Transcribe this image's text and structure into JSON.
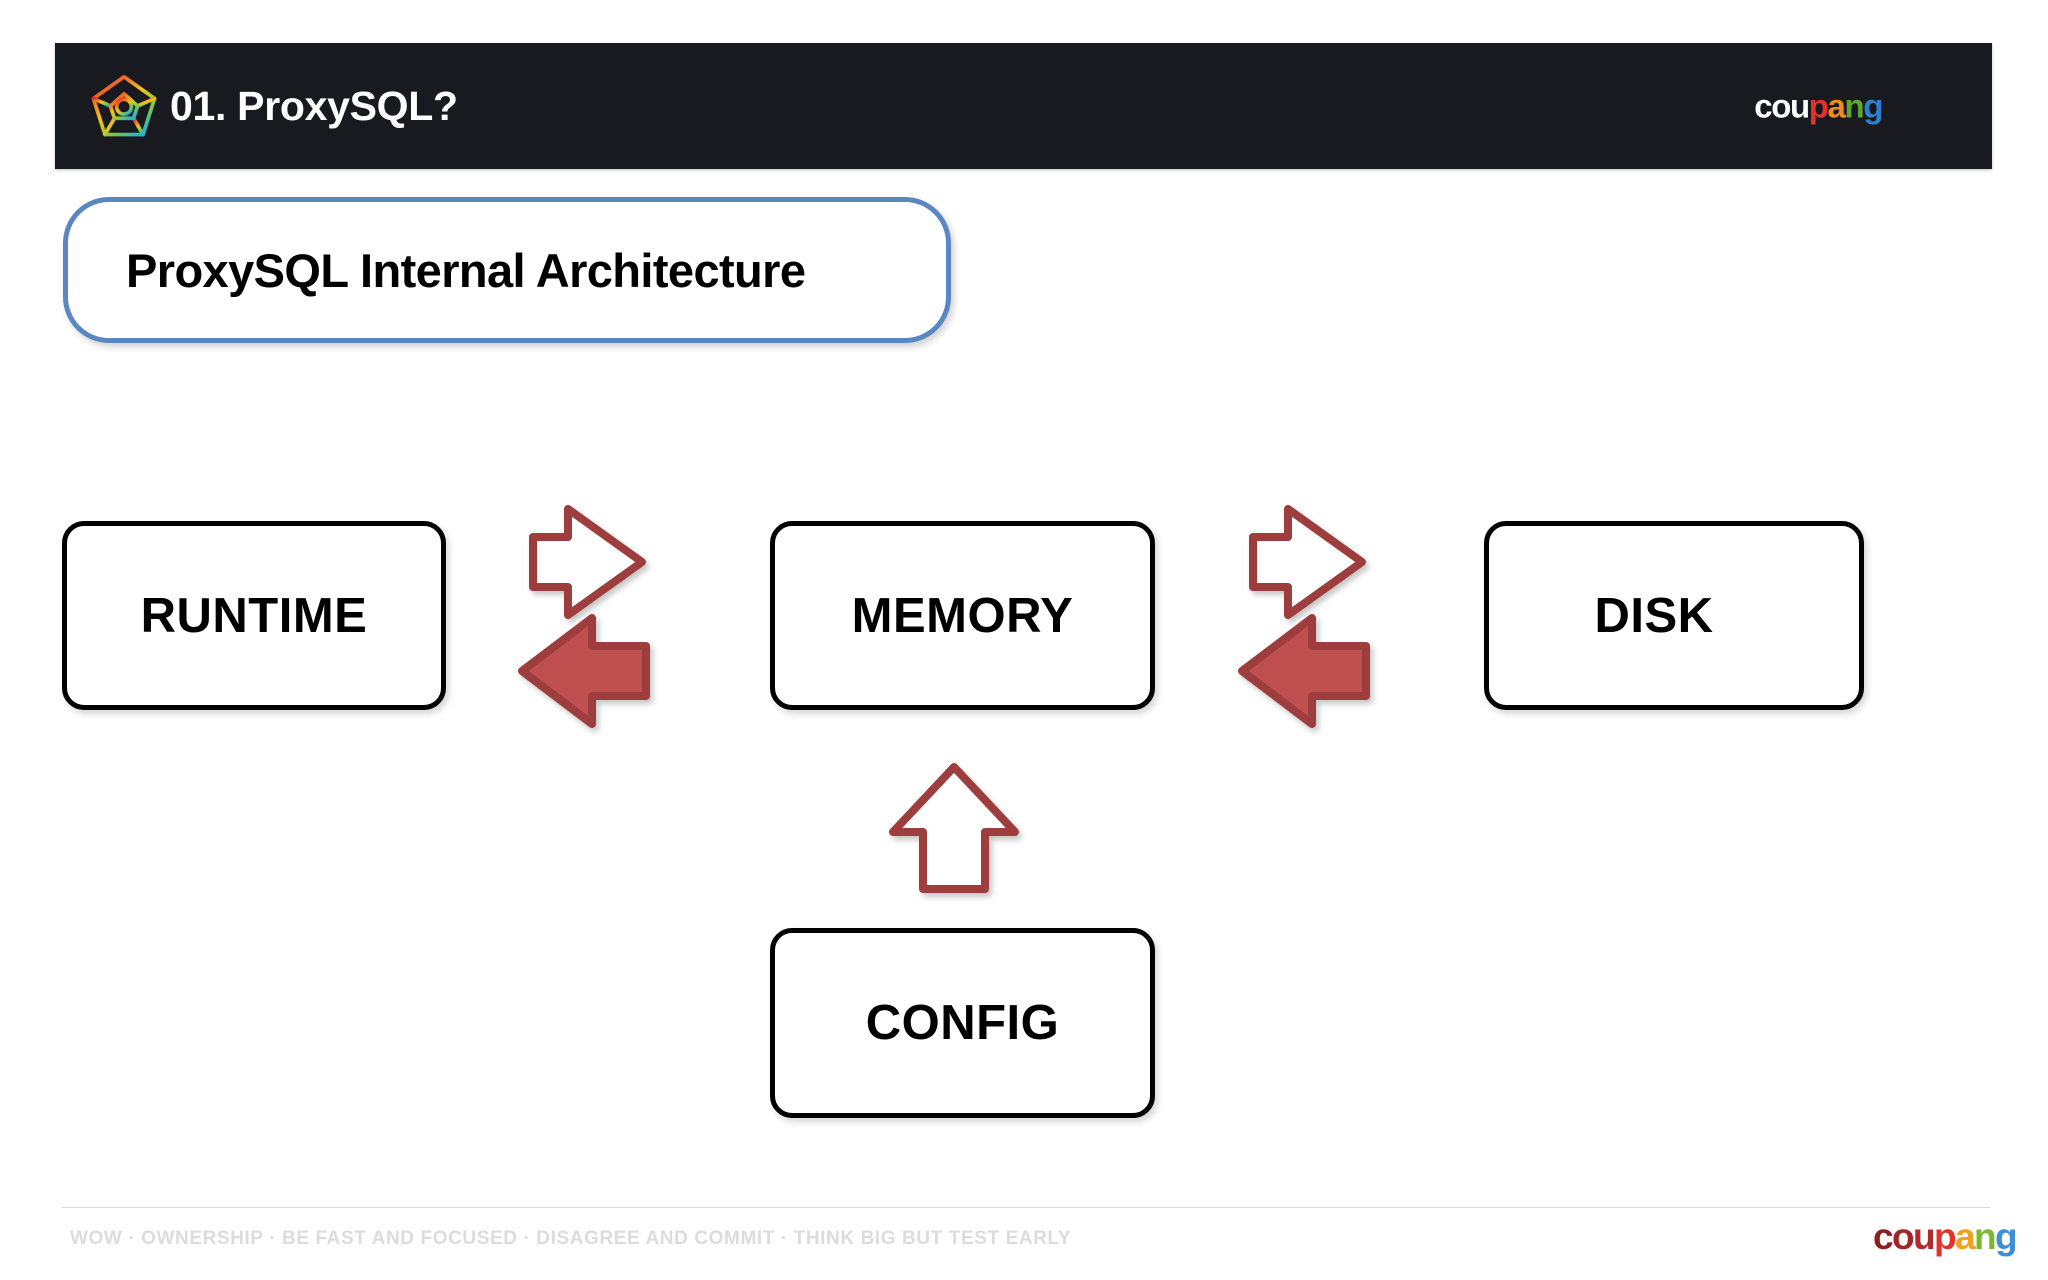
{
  "header": {
    "logo_icon": "proxysql-pentagon-logo",
    "title": "01. ProxySQL?",
    "brand": {
      "segments": [
        {
          "text": "cou",
          "color": "#ffffff"
        },
        {
          "text": "p",
          "color": "#e4322b"
        },
        {
          "text": "a",
          "color": "#f08a1c"
        },
        {
          "text": "n",
          "color": "#5aa832"
        },
        {
          "text": "g",
          "color": "#2f7fd1"
        }
      ]
    },
    "background_color": "#191920"
  },
  "title_pill": {
    "text": "ProxySQL Internal Architecture",
    "border_color": "#5a86c2",
    "fill_color": "#ffffff"
  },
  "diagram": {
    "boxes": [
      {
        "id": "runtime",
        "label": "RUNTIME"
      },
      {
        "id": "memory",
        "label": "MEMORY"
      },
      {
        "id": "disk",
        "label": "DISK"
      },
      {
        "id": "config",
        "label": "CONFIG"
      }
    ],
    "arrows": [
      {
        "id": "runtime-to-memory-right",
        "direction": "right",
        "style": "outline",
        "outline_color": "#9d3c3c",
        "fill_color": "#ffffff"
      },
      {
        "id": "memory-to-runtime-left",
        "direction": "left",
        "style": "solid",
        "outline_color": "#9d3c3c",
        "fill_color": "#c04f4f"
      },
      {
        "id": "memory-to-disk-right",
        "direction": "right",
        "style": "outline",
        "outline_color": "#9d3c3c",
        "fill_color": "#ffffff"
      },
      {
        "id": "disk-to-memory-left",
        "direction": "left",
        "style": "solid",
        "outline_color": "#9d3c3c",
        "fill_color": "#c04f4f"
      },
      {
        "id": "config-to-memory-up",
        "direction": "up",
        "style": "outline",
        "outline_color": "#9d3c3c",
        "fill_color": "#ffffff"
      }
    ]
  },
  "footer": {
    "values": "WOW  ·  OWNERSHIP  ·  BE FAST AND FOCUSED  ·  DISAGREE AND COMMIT  ·  THINK BIG BUT TEST EARLY",
    "rule_color": "#d9d9dd",
    "brand": {
      "segments": [
        {
          "text": "c",
          "color": "#8b1f1f"
        },
        {
          "text": "o",
          "color": "#a02727"
        },
        {
          "text": "u",
          "color": "#b02b2b"
        },
        {
          "text": "p",
          "color": "#e4322b"
        },
        {
          "text": "a",
          "color": "#f0a01c"
        },
        {
          "text": "n",
          "color": "#7ab82e"
        },
        {
          "text": "g",
          "color": "#3f8fd8"
        }
      ]
    }
  }
}
